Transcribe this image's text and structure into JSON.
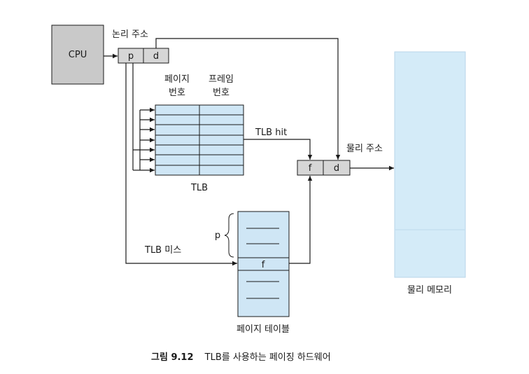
{
  "diagram": {
    "cpu_label": "CPU",
    "logical_address_label": "논리 주소",
    "page_field": "p",
    "offset_field": "d",
    "tlb_col_page_line1": "페이지",
    "tlb_col_page_line2": "번호",
    "tlb_col_frame_line1": "프레임",
    "tlb_col_frame_line2": "번호",
    "tlb_label": "TLB",
    "tlb_hit_label": "TLB hit",
    "physical_address_label": "물리 주소",
    "frame_field": "f",
    "phys_offset_field": "d",
    "page_index_label": "p",
    "tlb_miss_label": "TLB 미스",
    "page_table_frame": "f",
    "page_table_label": "페이지 테이블",
    "physical_memory_label": "물리 메모리"
  },
  "caption": {
    "number": "그림 9.12",
    "text": "TLB를 사용하는 페이징 하드웨어"
  },
  "colors": {
    "cpu_fill": "#c9c9c9",
    "register_fill": "#d6d6d6",
    "table_fill": "#cfe6f5",
    "memory_fill": "#d4ebf8",
    "line": "#1a1a1a"
  }
}
